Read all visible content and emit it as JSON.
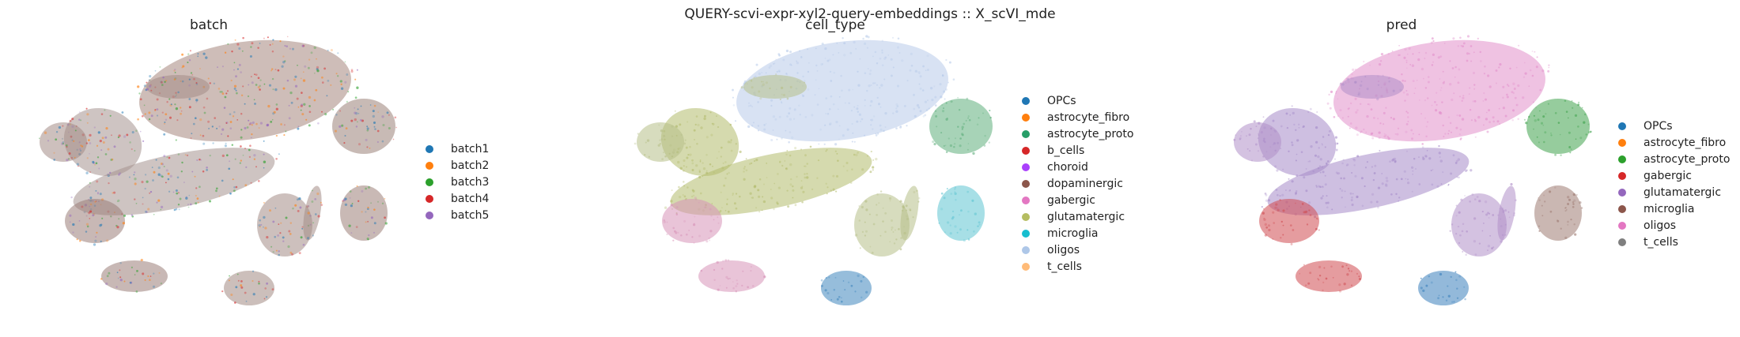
{
  "figure_title": "QUERY-scvi-expr-xyl2-query-embeddings :: X_scVI_mde",
  "chart_data": [
    {
      "type": "scatter",
      "title": "batch",
      "legend_position": "right",
      "categories": [
        {
          "name": "batch1",
          "color": "#1f77b4"
        },
        {
          "name": "batch2",
          "color": "#ff7f0e"
        },
        {
          "name": "batch3",
          "color": "#2ca02c"
        },
        {
          "name": "batch4",
          "color": "#d62728"
        },
        {
          "name": "batch5",
          "color": "#9467bd"
        }
      ],
      "region_colors": {
        "oligos": "#a6867e",
        "astro": "#9a8178",
        "glut": "#a59490",
        "gaba": "#9b7d79",
        "micro": "#9c8079",
        "opc": "#a28a84",
        "other": "#a48d87"
      }
    },
    {
      "type": "scatter",
      "title": "cell_type",
      "legend_position": "right",
      "categories": [
        {
          "name": "OPCs",
          "color": "#1f77b4"
        },
        {
          "name": "astrocyte_fibro",
          "color": "#ff7f0e"
        },
        {
          "name": "astrocyte_proto",
          "color": "#279e68"
        },
        {
          "name": "b_cells",
          "color": "#d62728"
        },
        {
          "name": "choroid",
          "color": "#aa40fc"
        },
        {
          "name": "dopaminergic",
          "color": "#8c564b"
        },
        {
          "name": "gabergic",
          "color": "#e377c2"
        },
        {
          "name": "glutamatergic",
          "color": "#b5bd61"
        },
        {
          "name": "microglia",
          "color": "#17becf"
        },
        {
          "name": "oligos",
          "color": "#aec7e8"
        },
        {
          "name": "t_cells",
          "color": "#ffbb78"
        }
      ],
      "region_colors": {
        "oligos": "#b8cbe9",
        "astro": "#5fae7c",
        "glut": "#b3bb6c",
        "gaba": "#d793b8",
        "micro": "#5ec4d2",
        "opc": "#3f86bd",
        "other": "#b7bf88"
      }
    },
    {
      "type": "scatter",
      "title": "pred",
      "legend_position": "right",
      "categories": [
        {
          "name": "OPCs",
          "color": "#1f77b4"
        },
        {
          "name": "astrocyte_fibro",
          "color": "#ff7f0e"
        },
        {
          "name": "astrocyte_proto",
          "color": "#2ca02c"
        },
        {
          "name": "gabergic",
          "color": "#d62728"
        },
        {
          "name": "glutamatergic",
          "color": "#9467bd"
        },
        {
          "name": "microglia",
          "color": "#8c564b"
        },
        {
          "name": "oligos",
          "color": "#e377c2"
        },
        {
          "name": "t_cells",
          "color": "#7f7f7f"
        }
      ],
      "region_colors": {
        "oligos": "#e28fcb",
        "astro": "#3fa24c",
        "glut": "#a58bc9",
        "gaba": "#cf4b50",
        "micro": "#9e7b72",
        "opc": "#3a80bb",
        "other": "#b08fc9"
      }
    }
  ]
}
